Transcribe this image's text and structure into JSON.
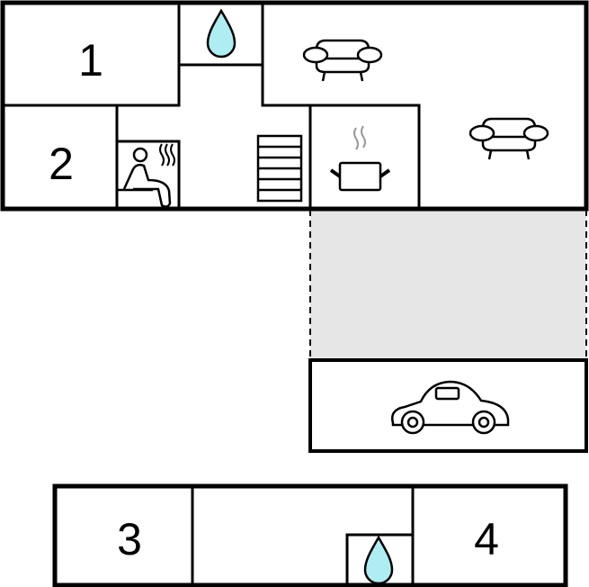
{
  "rooms": {
    "bedroom_1": "1",
    "bedroom_2": "2",
    "bedroom_3": "3",
    "bedroom_4": "4"
  },
  "colors": {
    "water": "#aeeef2",
    "carport": "#e6e6e6",
    "wall": "#000000"
  },
  "icons": [
    "water-drop-icon",
    "sofa-icon",
    "sauna-icon",
    "stairs-icon",
    "cooking-pot-icon",
    "car-icon"
  ]
}
